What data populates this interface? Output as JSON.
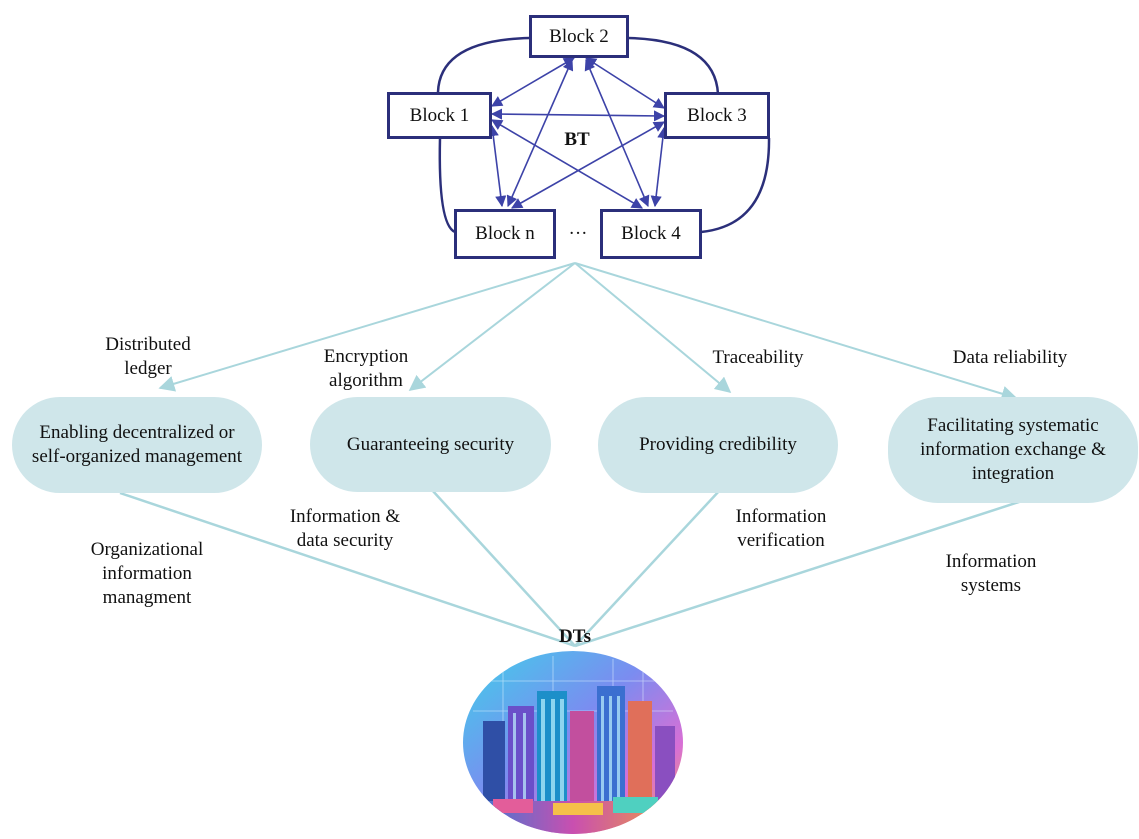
{
  "blockchain": {
    "center_label": "BT",
    "blocks": [
      "Block 1",
      "Block 2",
      "Block 3",
      "Block 4",
      "Block n"
    ],
    "ellipsis": "···"
  },
  "functions": [
    {
      "label": "Enabling decentralized or self-organized management",
      "edge_label": "Distributed ledger"
    },
    {
      "label": "Guaranteeing security",
      "edge_label": "Encryption algorithm"
    },
    {
      "label": "Providing credibility",
      "edge_label": "Traceability"
    },
    {
      "label": "Facilitating systematic information exchange & integration",
      "edge_label": "Data reliability"
    }
  ],
  "applications": [
    "Organizational information managment",
    "Information & data security",
    "Information verification",
    "Information systems"
  ],
  "target_label": "DTs",
  "colors": {
    "block_border": "#2b2f7a",
    "arrow": "#3d43a8",
    "pill_fill": "#cfe6ea",
    "connector": "#a9d6dc"
  }
}
